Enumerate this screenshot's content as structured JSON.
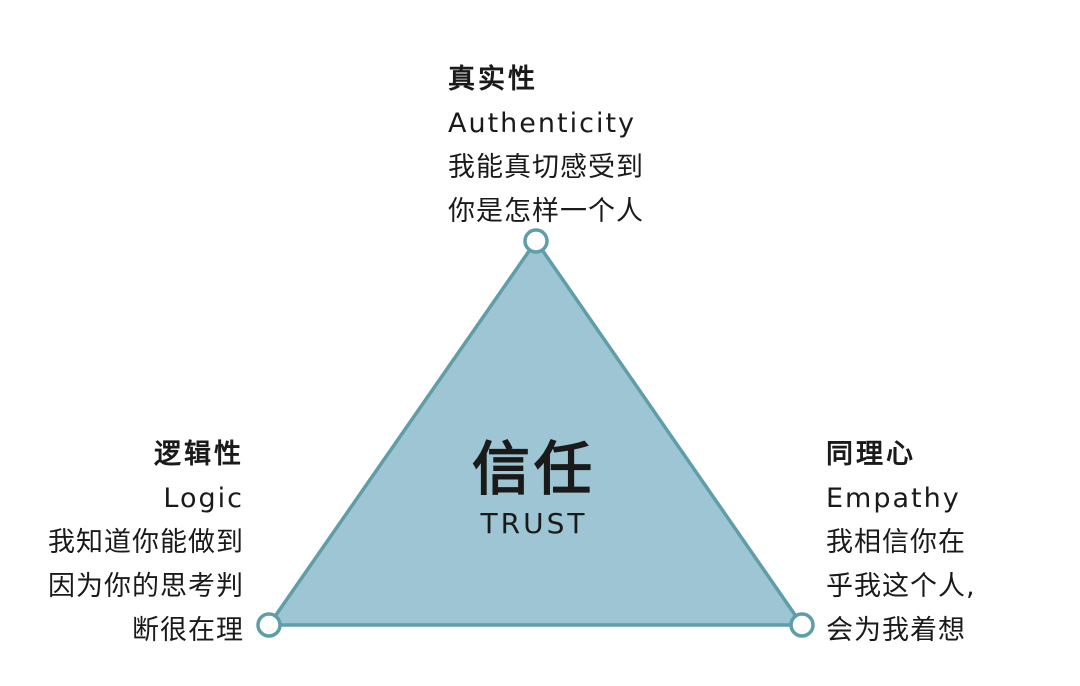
{
  "center": {
    "title": "信任",
    "subtitle": "TRUST"
  },
  "nodes": {
    "top": {
      "title": "真实性",
      "en": "Authenticity",
      "desc": [
        "我能真切感受到",
        "你是怎样一个人"
      ]
    },
    "left": {
      "title": "逻辑性",
      "en": "Logic",
      "desc": [
        "我知道你能做到",
        "因为你的思考判",
        "断很在理"
      ]
    },
    "right": {
      "title": "同理心",
      "en": "Empathy",
      "desc": [
        "我相信你在",
        "乎我这个人,",
        "会为我着想"
      ]
    }
  },
  "colors": {
    "fill": "#9dc5d3",
    "stroke": "#5f9ea8",
    "text": "#1a1a1a"
  }
}
